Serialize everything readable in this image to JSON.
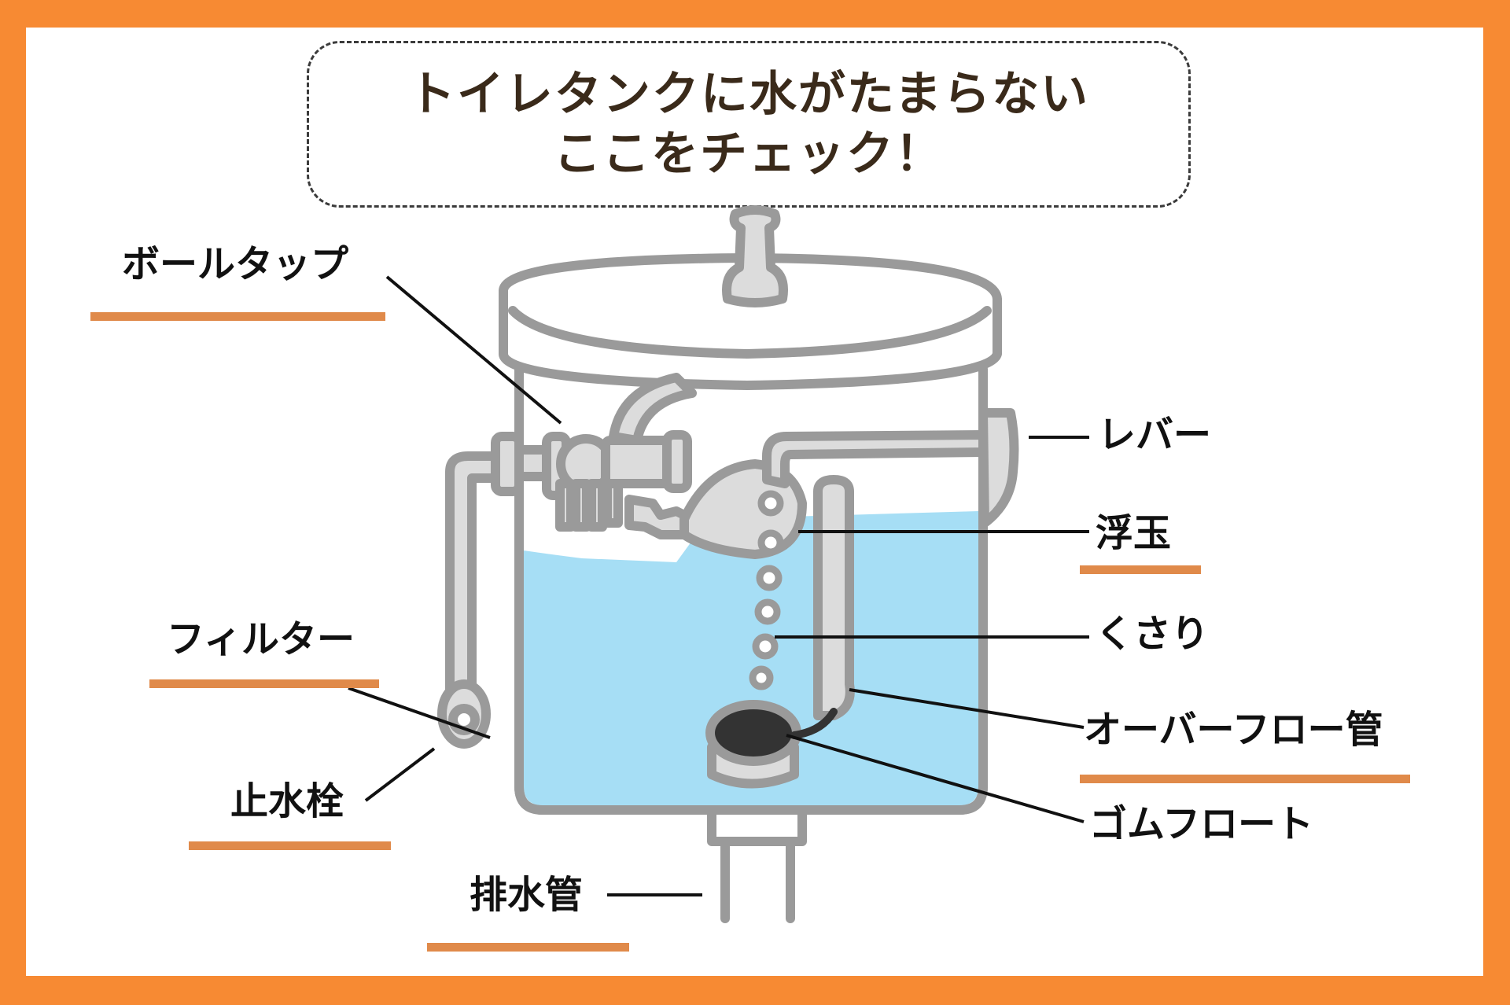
{
  "colors": {
    "border": "#F78A33",
    "underline": "#E08A4A",
    "title_text": "#3a2a1a",
    "label_text": "#111111",
    "water": "#A6DEF5",
    "outline": "#9A9A9A",
    "part_fill": "#DCDCDC",
    "rubber_float": "#333333"
  },
  "title": {
    "line1": "トイレタンクに水がたまらない",
    "line2": "ここをチェック！"
  },
  "labels": {
    "ball_tap": "ボールタップ",
    "lever": "レバー",
    "float_ball": "浮玉",
    "chain": "くさり",
    "overflow_pipe": "オーバーフロー管",
    "rubber_float": "ゴムフロート",
    "filter": "フィルター",
    "stop_valve": "止水栓",
    "drain_pipe": "排水管"
  },
  "icons": {
    "tank": "toilet-tank-illustration"
  }
}
